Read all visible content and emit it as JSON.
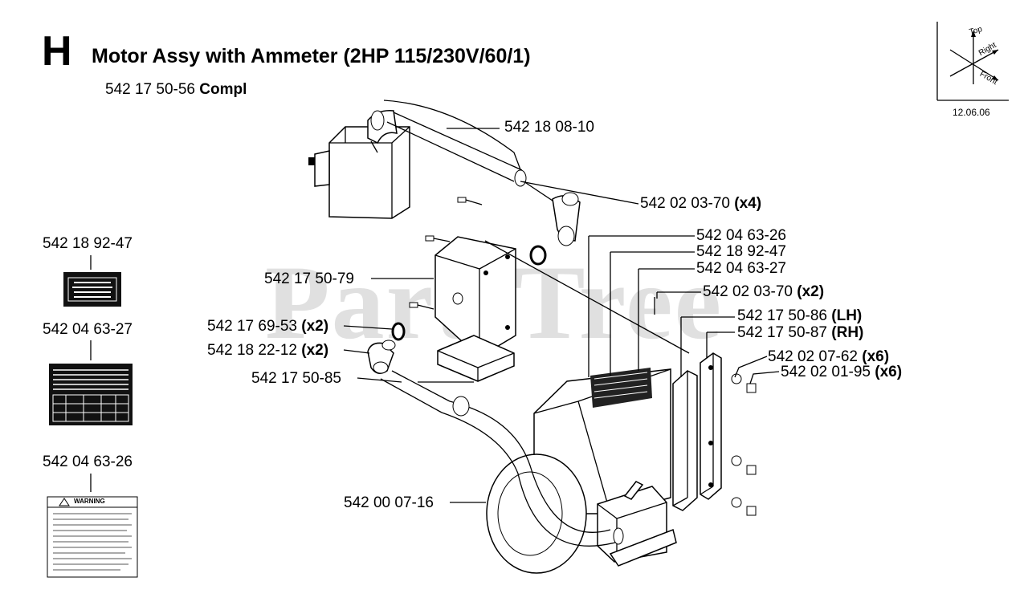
{
  "header": {
    "section_letter": "H",
    "title": "Motor Assy with Ammeter (2HP 115/230V/60/1)",
    "assembly_number": "542 17 50-56",
    "assembly_suffix": "Compl"
  },
  "orientation": {
    "top_label": "Top",
    "right_label": "Right",
    "front_label": "Front",
    "date": "12.06.06"
  },
  "watermark": "PartsTree",
  "decal_callouts": [
    {
      "part_number": "542 18 92-47"
    },
    {
      "part_number": "542 04 63-27"
    },
    {
      "part_number": "542 04 63-26"
    }
  ],
  "decals": {
    "warning_heading": "WARNING"
  },
  "callouts": [
    {
      "part_number": "542 18 08-10",
      "qty": ""
    },
    {
      "part_number": "542 02 03-70",
      "qty": "(x4)"
    },
    {
      "part_number": "542 04 63-26",
      "qty": ""
    },
    {
      "part_number": "542 18 92-47",
      "qty": ""
    },
    {
      "part_number": "542 04 63-27",
      "qty": ""
    },
    {
      "part_number": "542 02 03-70",
      "qty": "(x2)"
    },
    {
      "part_number": "542 17 50-86",
      "qty": "(LH)"
    },
    {
      "part_number": "542 17 50-87",
      "qty": "(RH)"
    },
    {
      "part_number": "542 02 07-62",
      "qty": "(x6)"
    },
    {
      "part_number": "542 02 01-95",
      "qty": "(x6)"
    },
    {
      "part_number": "542 17 50-79",
      "qty": ""
    },
    {
      "part_number": "542 17 69-53",
      "qty": "(x2)"
    },
    {
      "part_number": "542 18 22-12",
      "qty": "(x2)"
    },
    {
      "part_number": "542 17 50-85",
      "qty": ""
    },
    {
      "part_number": "542 00 07-16",
      "qty": ""
    }
  ]
}
